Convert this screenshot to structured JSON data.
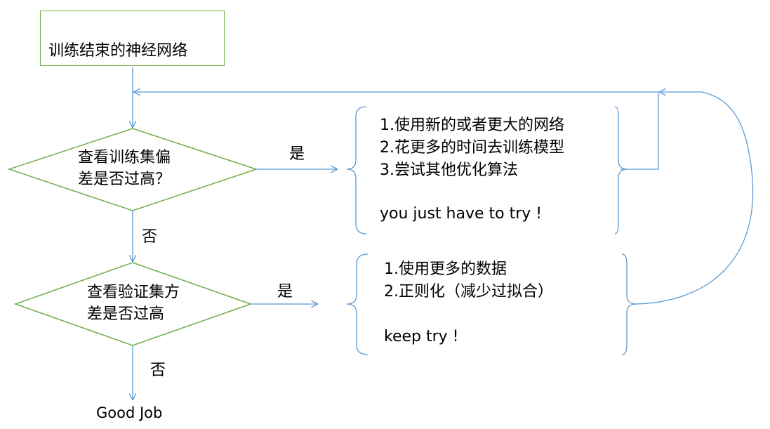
{
  "start_box": {
    "text": "训练结束的神经网络"
  },
  "decision_1": {
    "line1": "查看训练集偏",
    "line2": "差是否过高？"
  },
  "decision_2": {
    "line1": "查看验证集方",
    "line2": "差是否过高"
  },
  "edge_labels": {
    "yes_1": "是",
    "no_1": "否",
    "yes_2": "是",
    "no_2": "否"
  },
  "action_1": {
    "items": [
      "1.使用新的或者更大的网络",
      "2.花更多的时间去训练模型",
      "3.尝试其他优化算法"
    ],
    "footer": "you just have to try !"
  },
  "action_2": {
    "items": [
      "1.使用更多的数据",
      "2.正则化（减少过拟合）"
    ],
    "footer": "keep try !"
  },
  "end_label": "Good Job",
  "colors": {
    "shape_stroke": "#70ad47",
    "arrow": "#5b9bd5",
    "text": "#000000"
  }
}
